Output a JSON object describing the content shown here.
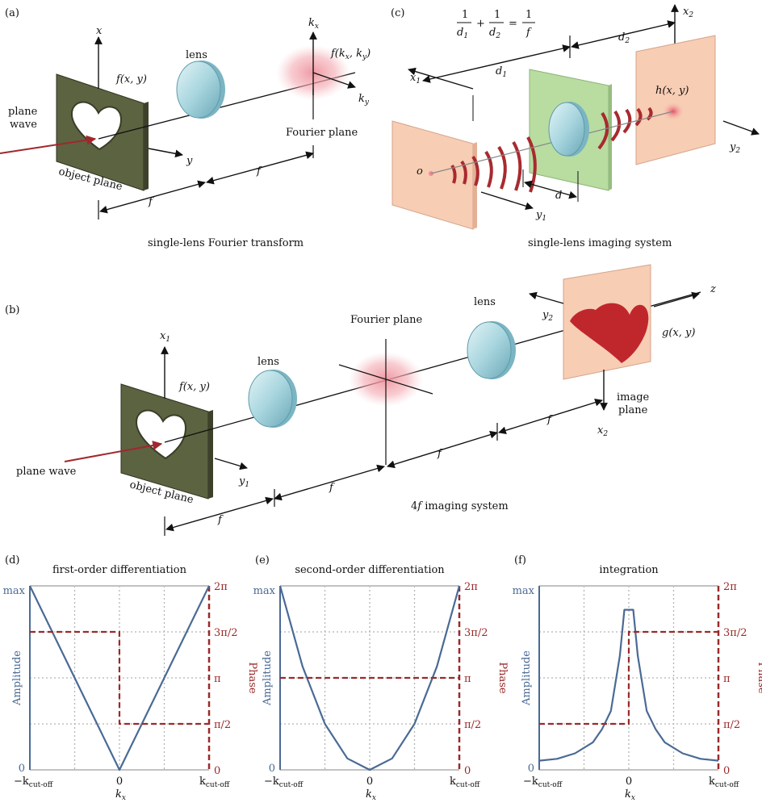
{
  "panel_a": {
    "tag": "(a)",
    "axis_x": "x",
    "axis_kx": "k",
    "axis_kx_sub": "x",
    "axis_ky": "k",
    "axis_ky_sub": "y",
    "axis_y": "y",
    "func_object": "f(x, y)",
    "func_fourier": "f(k",
    "func_fourier_sub1": "x",
    "func_fourier_mid": ", k",
    "func_fourier_sub2": "y",
    "func_fourier_end": ")",
    "lens": "lens",
    "plane_wave_1": "plane",
    "plane_wave_2": "wave",
    "object_plane": "object plane",
    "fourier_plane": "Fourier plane",
    "f1": "f",
    "f2": "f",
    "caption": "single-lens Fourier transform"
  },
  "panel_b": {
    "tag": "(b)",
    "axis_x1": "x",
    "axis_x1_sub": "1",
    "axis_y1": "y",
    "axis_y1_sub": "1",
    "axis_y2": "y",
    "axis_y2_sub": "2",
    "axis_x2": "x",
    "axis_x2_sub": "2",
    "axis_z": "z",
    "func_object": "f(x, y)",
    "func_image": "g(x, y)",
    "lens1": "lens",
    "lens2": "lens",
    "fourier_plane": "Fourier plane",
    "plane_wave": "plane wave",
    "object_plane": "object plane",
    "image_plane_1": "image",
    "image_plane_2": "plane",
    "f1": "f",
    "f2": "f",
    "f3": "f",
    "f4": "f",
    "caption_4": "4",
    "caption_f": "f",
    "caption_rest": " imaging system"
  },
  "panel_c": {
    "tag": "(c)",
    "eq_one": "1",
    "eq_d1": "d",
    "eq_d1_sub": "1",
    "eq_d2": "d",
    "eq_d2_sub": "2",
    "eq_f": "f",
    "eq_plus": "+",
    "eq_equals": "=",
    "axis_x1": "x",
    "axis_x1_sub": "1",
    "axis_x2": "x",
    "axis_x2_sub": "2",
    "axis_y1": "y",
    "axis_y1_sub": "1",
    "axis_y2": "y",
    "axis_y2_sub": "2",
    "dist_d1": "d",
    "dist_d1_sub": "1",
    "dist_d2": "d",
    "dist_d2_sub": "2",
    "dist_d": "d",
    "origin": "o",
    "func_psf": "h(x, y)",
    "caption": "single-lens imaging system"
  },
  "plot_labels": {
    "amplitude": "Amplitude",
    "phase": "Phase",
    "amp_max": "max",
    "amp_zero": "0",
    "phase_ticks": [
      "2π",
      "3π/2",
      "π",
      "π/2",
      "0"
    ],
    "x_left_main": "−k",
    "x_left_sub": "cut-off",
    "x_zero": "0",
    "x_right_main": "k",
    "x_right_sub": "cut-off",
    "x_axis_main": "k",
    "x_axis_sub": "x"
  },
  "colors": {
    "amplitude_line": "#4a6a95",
    "phase_line": "#9a2a2a",
    "plate": "#5c6341",
    "screen": "#f7cdb4",
    "filter": "#b9dca1",
    "lens": "#a9d6df",
    "arrow": "#a0282d"
  },
  "chart_data": [
    {
      "type": "line",
      "tag": "(d)",
      "title": "first-order differentiation",
      "xlabel": "k_x",
      "ylabel": "Amplitude",
      "y2label": "Phase",
      "xlim": [
        -1,
        1
      ],
      "ylim": [
        0,
        1
      ],
      "y2lim": [
        0,
        6.2832
      ],
      "grid": true,
      "series": [
        {
          "axis": "amplitude",
          "style": "solid",
          "x": [
            -1,
            -0.5,
            0,
            0.5,
            1
          ],
          "values": [
            1,
            0.5,
            0,
            0.5,
            1
          ]
        },
        {
          "axis": "phase",
          "style": "dashed",
          "x": [
            -1,
            -0.001,
            0,
            1
          ],
          "values": [
            4.7124,
            4.7124,
            1.5708,
            1.5708
          ]
        }
      ]
    },
    {
      "type": "line",
      "tag": "(e)",
      "title": "second-order differentiation",
      "xlabel": "k_x",
      "ylabel": "Amplitude",
      "y2label": "Phase",
      "xlim": [
        -1,
        1
      ],
      "ylim": [
        0,
        1
      ],
      "y2lim": [
        0,
        6.2832
      ],
      "grid": true,
      "series": [
        {
          "axis": "amplitude",
          "style": "solid",
          "x": [
            -1,
            -0.75,
            -0.5,
            -0.25,
            0,
            0.25,
            0.5,
            0.75,
            1
          ],
          "values": [
            1,
            0.5625,
            0.25,
            0.0625,
            0,
            0.0625,
            0.25,
            0.5625,
            1
          ]
        },
        {
          "axis": "phase",
          "style": "dashed",
          "x": [
            -1,
            1
          ],
          "values": [
            3.1416,
            3.1416
          ]
        }
      ]
    },
    {
      "type": "line",
      "tag": "(f)",
      "title": "integration",
      "xlabel": "k_x",
      "ylabel": "Amplitude",
      "y2label": "Phase",
      "xlim": [
        -1,
        1
      ],
      "ylim": [
        0,
        1
      ],
      "y2lim": [
        0,
        6.2832
      ],
      "grid": true,
      "series": [
        {
          "axis": "amplitude",
          "style": "solid",
          "x": [
            -1,
            -0.8,
            -0.6,
            -0.4,
            -0.3,
            -0.2,
            -0.1,
            -0.05,
            0.05,
            0.1,
            0.2,
            0.3,
            0.4,
            0.6,
            0.8,
            1
          ],
          "values": [
            0.05,
            0.06,
            0.09,
            0.15,
            0.22,
            0.32,
            0.62,
            0.87,
            0.87,
            0.62,
            0.32,
            0.22,
            0.15,
            0.09,
            0.06,
            0.05
          ]
        },
        {
          "axis": "phase",
          "style": "dashed",
          "x": [
            -1,
            -0.001,
            0,
            1
          ],
          "values": [
            1.5708,
            1.5708,
            4.7124,
            4.7124
          ]
        }
      ]
    }
  ]
}
